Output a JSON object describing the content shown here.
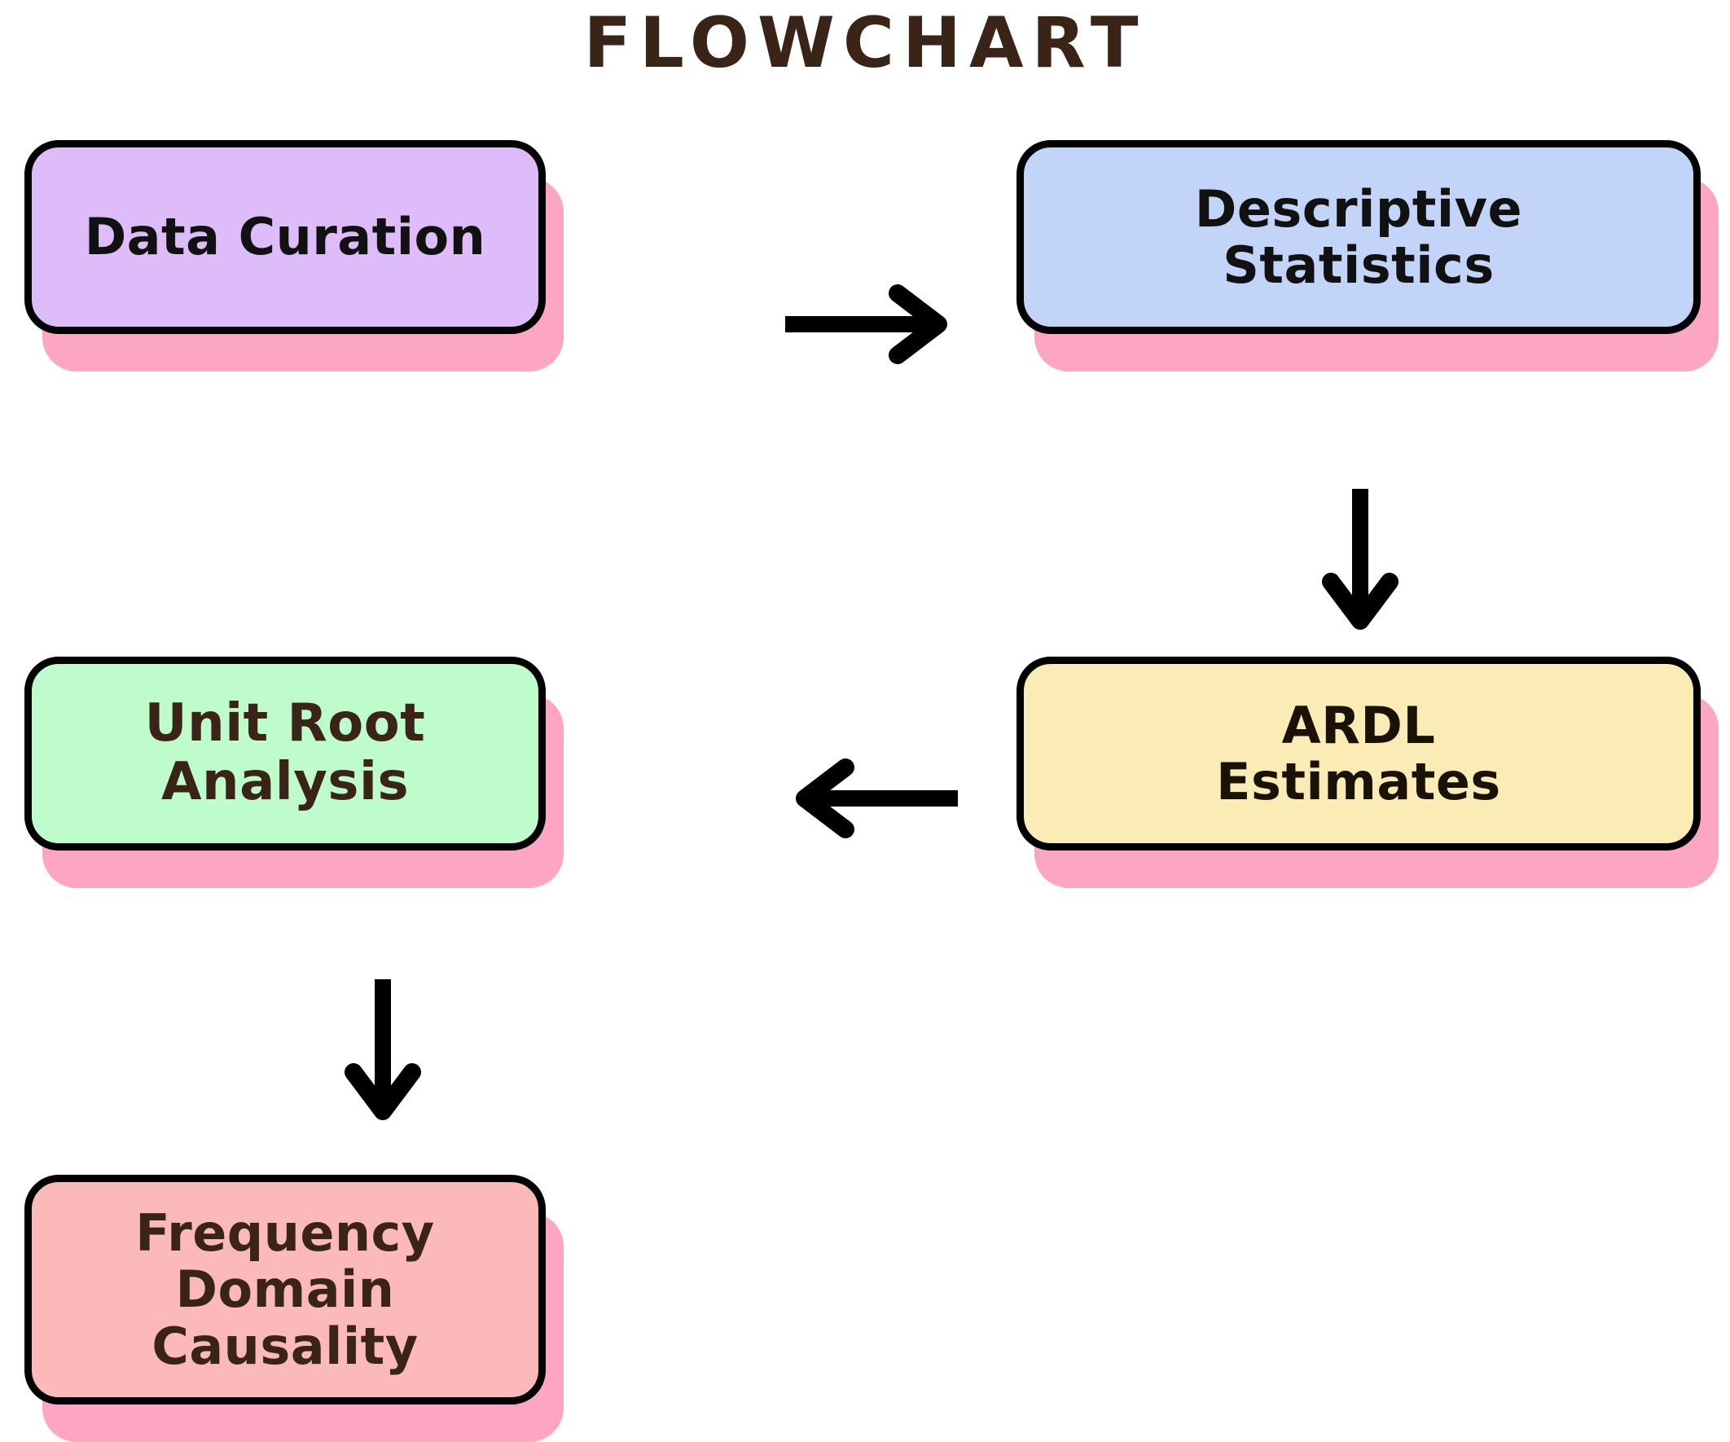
{
  "page": {
    "title": "FLOWCHART",
    "background_color": "#ffffff",
    "title_color": "#3A2418"
  },
  "palette": {
    "shadow_pink": "#FCA6C4",
    "outline_black": "#000000",
    "arrow_black": "#000000"
  },
  "flowchart": {
    "type": "flowchart",
    "nodes": [
      {
        "id": "data-curation",
        "label": "Data Curation",
        "fill_color": "#DEBCFA",
        "text_color": "#111111",
        "column": "left",
        "row": 1
      },
      {
        "id": "descriptive-statistics",
        "label": "Descriptive\nStatistics",
        "fill_color": "#C2D4F8",
        "text_color": "#111111",
        "column": "right",
        "row": 1
      },
      {
        "id": "ardl-estimates",
        "label": "ARDL\nEstimates",
        "fill_color": "#FBEBB5",
        "text_color": "#1B1206",
        "column": "right",
        "row": 2
      },
      {
        "id": "unit-root-analysis",
        "label": "Unit Root Analysis",
        "fill_color": "#BFFCCB",
        "text_color": "#3A2418",
        "column": "left",
        "row": 2
      },
      {
        "id": "frequency-domain-causality",
        "label": "Frequency\nDomain\nCausality",
        "fill_color": "#FBB9B9",
        "text_color": "#3A2418",
        "column": "left",
        "row": 3
      }
    ],
    "edges": [
      {
        "id": "edge-1",
        "from": "data-curation",
        "to": "descriptive-statistics",
        "direction": "right"
      },
      {
        "id": "edge-2",
        "from": "descriptive-statistics",
        "to": "ardl-estimates",
        "direction": "down"
      },
      {
        "id": "edge-3",
        "from": "ardl-estimates",
        "to": "unit-root-analysis",
        "direction": "left"
      },
      {
        "id": "edge-4",
        "from": "unit-root-analysis",
        "to": "frequency-domain-causality",
        "direction": "down"
      }
    ]
  }
}
